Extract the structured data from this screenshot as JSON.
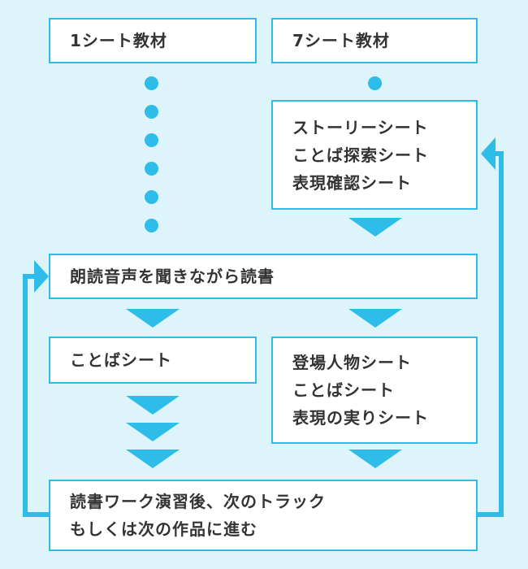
{
  "colors": {
    "accent": "#2ebde8",
    "background": "#ddf4fa",
    "box": "#ffffff",
    "text": "#333333"
  },
  "boxes": {
    "one_sheet": {
      "lines": [
        "1シート教材"
      ]
    },
    "seven_sheet": {
      "lines": [
        "7シート教材"
      ]
    },
    "seven_sheets_list": {
      "lines": [
        "ストーリーシート",
        "ことば探索シート",
        "表現確認シート"
      ]
    },
    "read_along": {
      "lines": [
        "朗読音声を聞きながら読書"
      ]
    },
    "word_sheet": {
      "lines": [
        "ことばシート"
      ]
    },
    "character_sheets": {
      "lines": [
        "登場人物シート",
        "ことばシート",
        "表現の実りシート"
      ]
    },
    "next_step": {
      "lines": [
        "読書ワーク演習後、次のトラック",
        "もしくは次の作品に進む"
      ]
    }
  }
}
